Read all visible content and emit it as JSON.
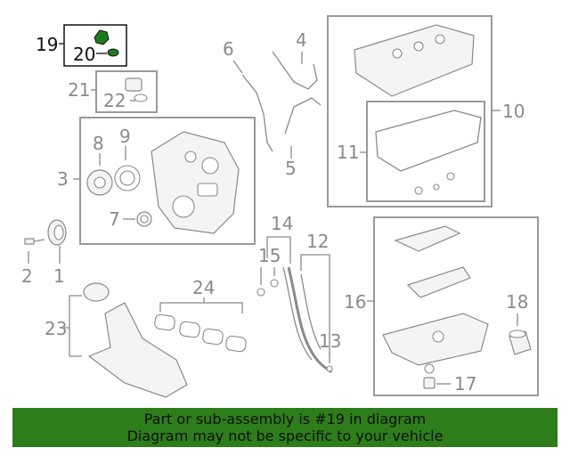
{
  "callouts": {
    "c1": "1",
    "c2": "2",
    "c3": "3",
    "c4": "4",
    "c5": "5",
    "c6": "6",
    "c7": "7",
    "c8": "8",
    "c9": "9",
    "c10": "10",
    "c11": "11",
    "c12": "12",
    "c13": "13",
    "c14": "14",
    "c15": "15",
    "c16": "16",
    "c17": "17",
    "c18": "18",
    "c19": "19",
    "c20": "20",
    "c21": "21",
    "c22": "22",
    "c23": "23",
    "c24": "24"
  },
  "banner": {
    "line1": "Part or sub-assembly is #19 in diagram",
    "line2": "Diagram may not be specific to your vehicle"
  },
  "colors": {
    "banner_bg": "#2d7d1a",
    "highlight_part": "#1f7a1f",
    "line_gray": "#8a8a8a"
  }
}
